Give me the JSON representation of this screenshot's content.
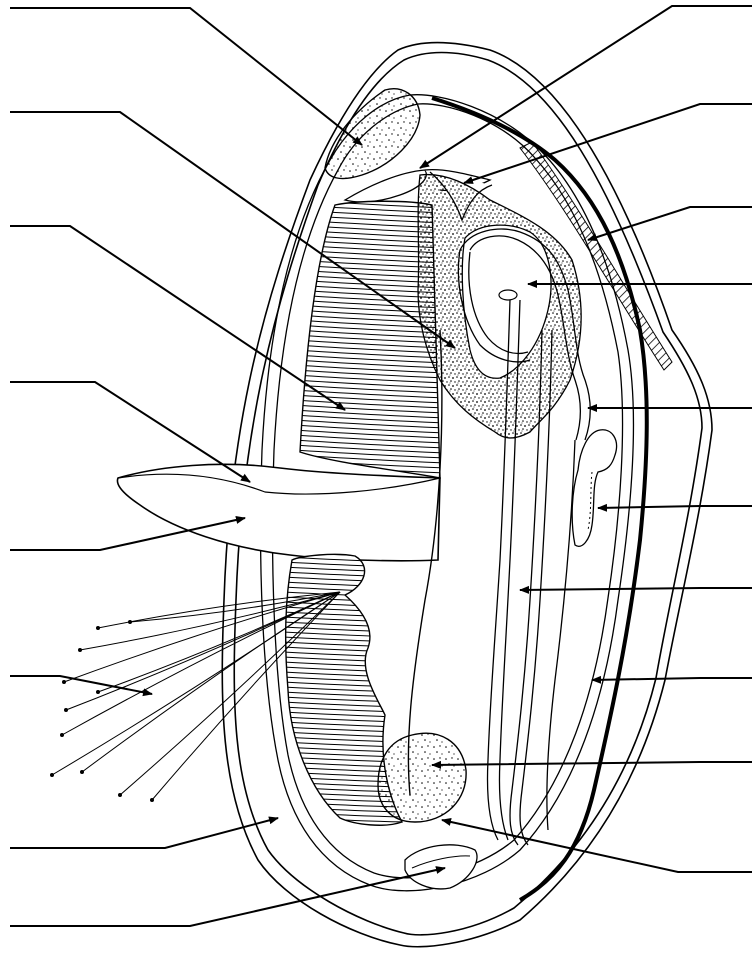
{
  "diagram": {
    "subject": "clam-anatomy-unlabeled",
    "line_color": "#000000",
    "background_color": "#ffffff",
    "label_slots": {
      "left": [
        {
          "id": "L1",
          "text": ""
        },
        {
          "id": "L2",
          "text": ""
        },
        {
          "id": "L3",
          "text": ""
        },
        {
          "id": "L4",
          "text": ""
        },
        {
          "id": "L5",
          "text": ""
        },
        {
          "id": "L6",
          "text": ""
        },
        {
          "id": "L7",
          "text": ""
        },
        {
          "id": "L8",
          "text": ""
        }
      ],
      "right": [
        {
          "id": "R1",
          "text": ""
        },
        {
          "id": "R2",
          "text": ""
        },
        {
          "id": "R3",
          "text": ""
        },
        {
          "id": "R4",
          "text": ""
        },
        {
          "id": "R5",
          "text": ""
        },
        {
          "id": "R6",
          "text": ""
        },
        {
          "id": "R7",
          "text": ""
        },
        {
          "id": "R8",
          "text": ""
        },
        {
          "id": "R9",
          "text": ""
        }
      ]
    }
  }
}
